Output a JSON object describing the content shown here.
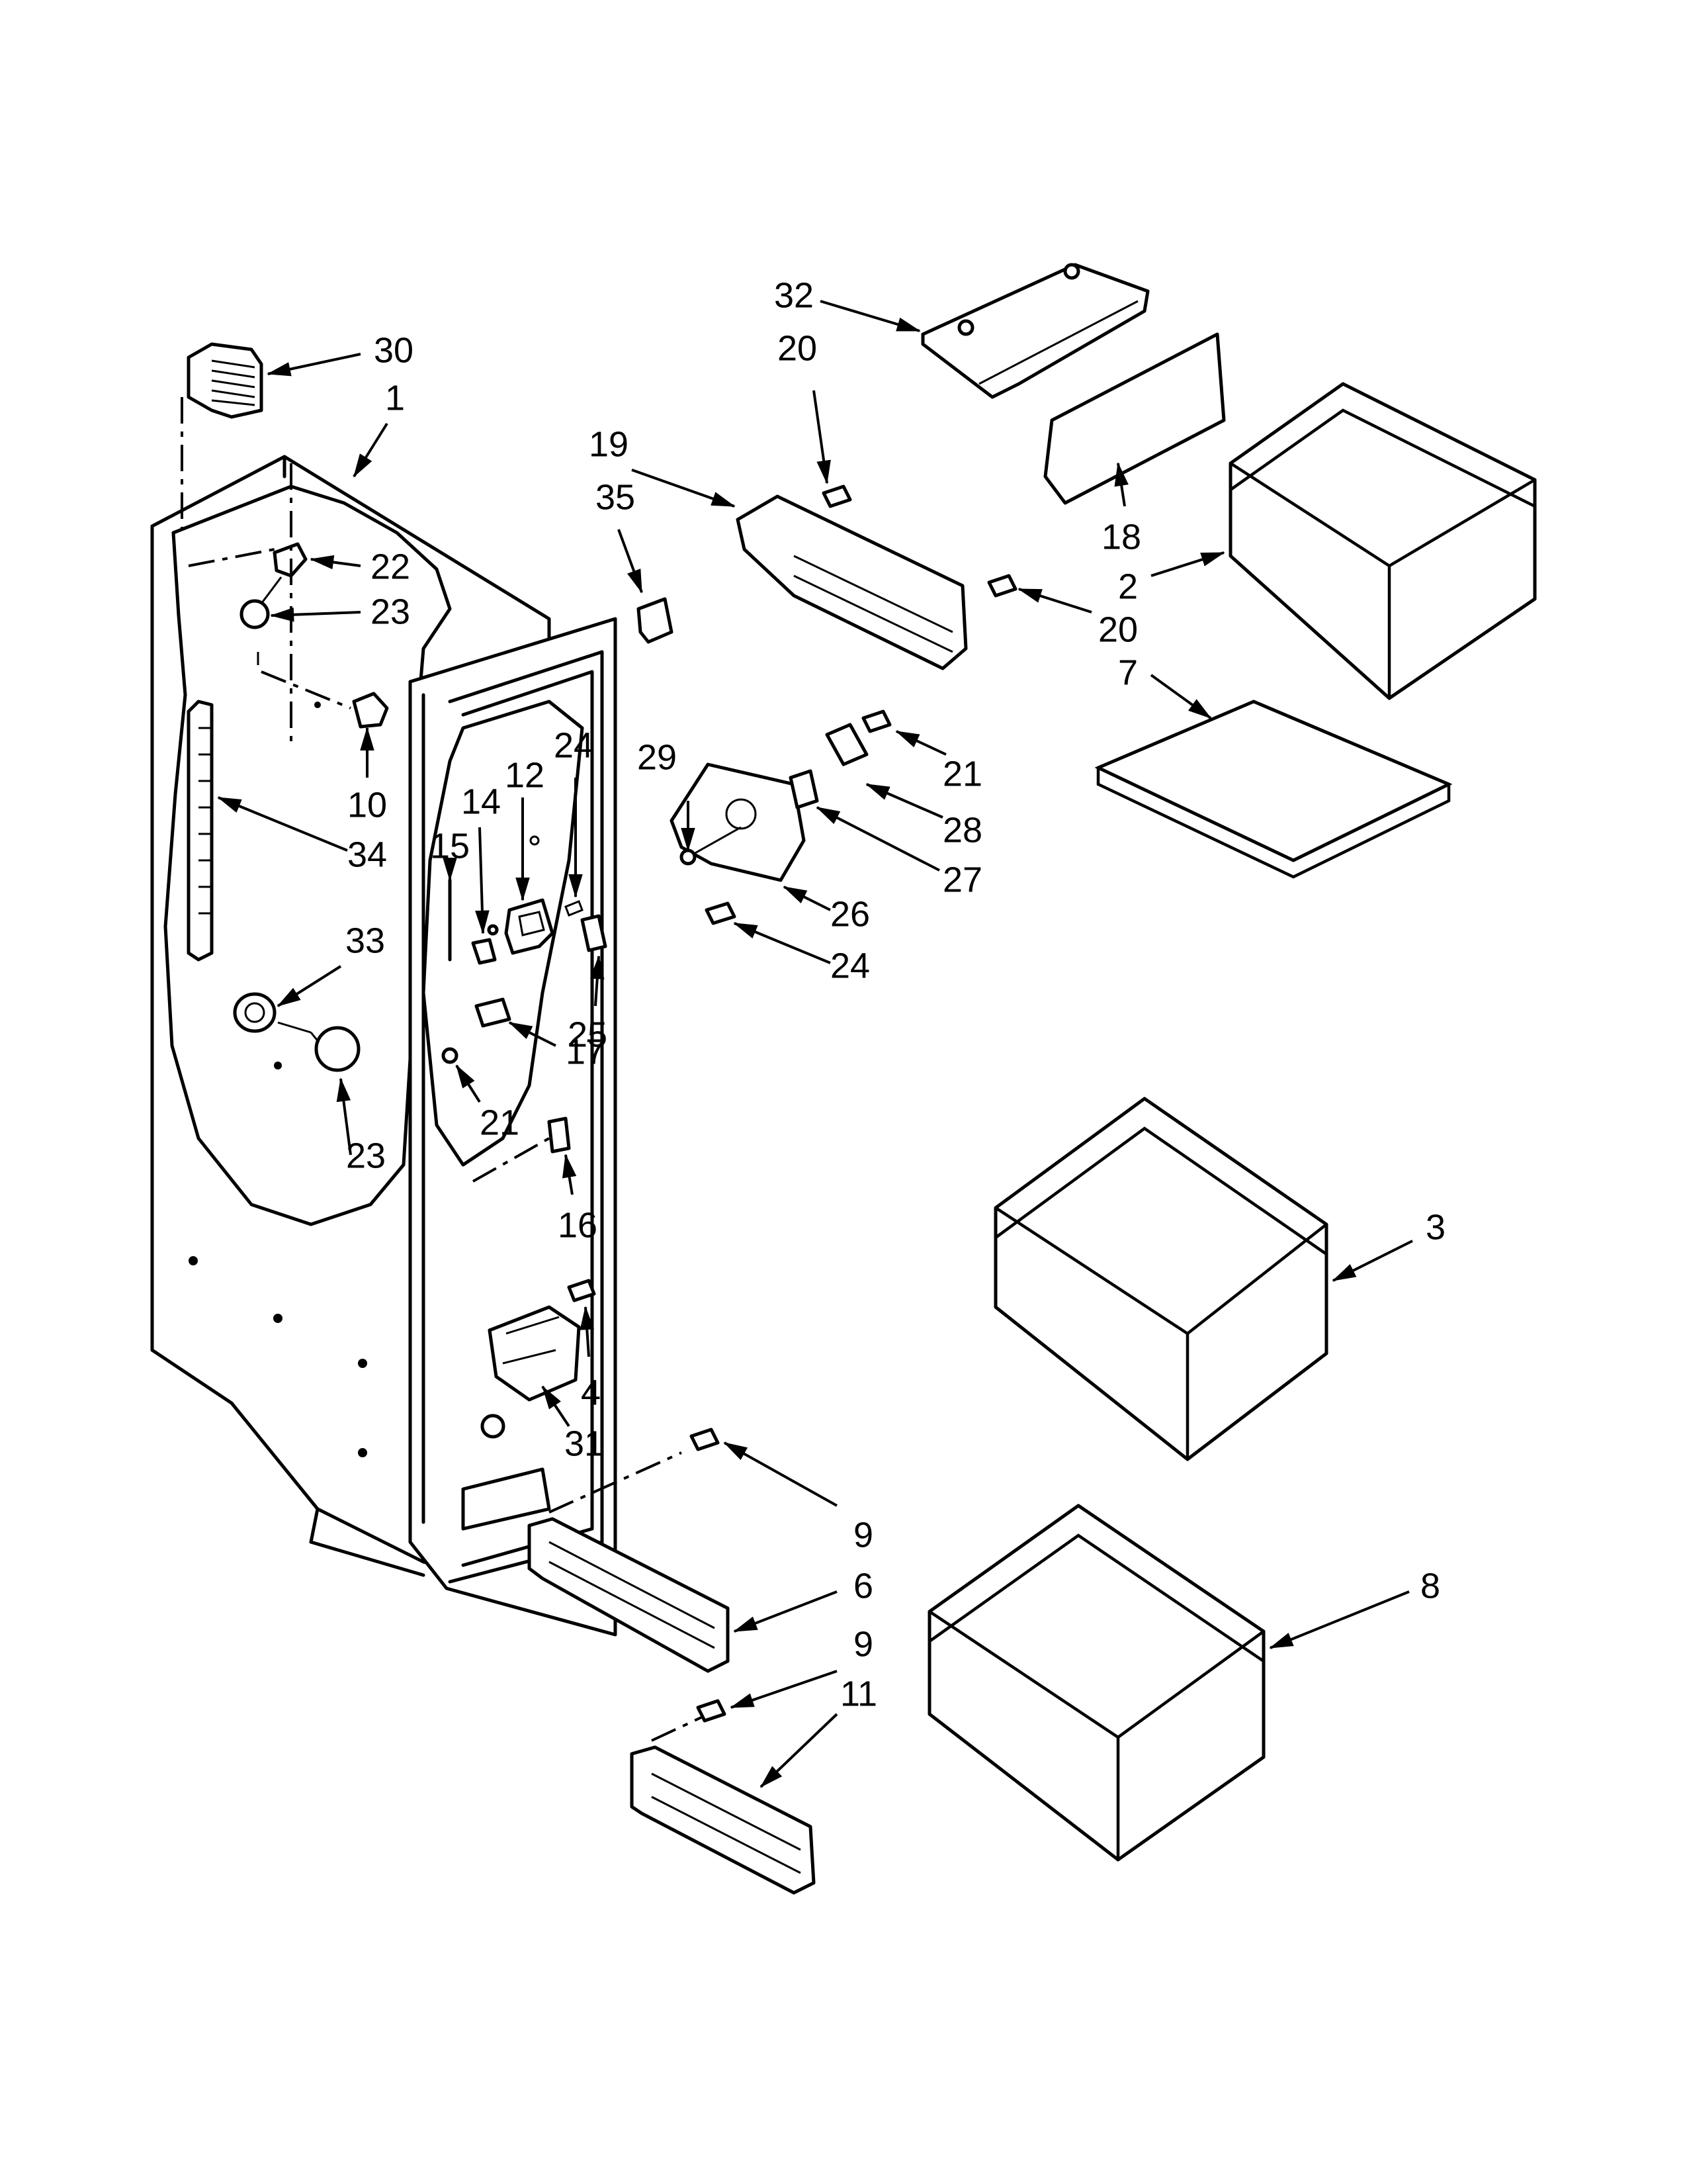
{
  "callouts": {
    "c1": "1",
    "c2": "2",
    "c3": "3",
    "c4": "4",
    "c6": "6",
    "c7": "7",
    "c8": "8",
    "c9a": "9",
    "c9b": "9",
    "c10": "10",
    "c11": "11",
    "c12": "12",
    "c14": "14",
    "c15": "15",
    "c16": "16",
    "c17": "17",
    "c18": "18",
    "c19": "19",
    "c20a": "20",
    "c20b": "20",
    "c21a": "21",
    "c21b": "21",
    "c22": "22",
    "c23a": "23",
    "c23b": "23",
    "c24a": "24",
    "c24b": "24",
    "c25": "25",
    "c26": "26",
    "c27": "27",
    "c28": "28",
    "c29": "29",
    "c30": "30",
    "c31": "31",
    "c32": "32",
    "c33": "33",
    "c34": "34",
    "c35": "35"
  }
}
